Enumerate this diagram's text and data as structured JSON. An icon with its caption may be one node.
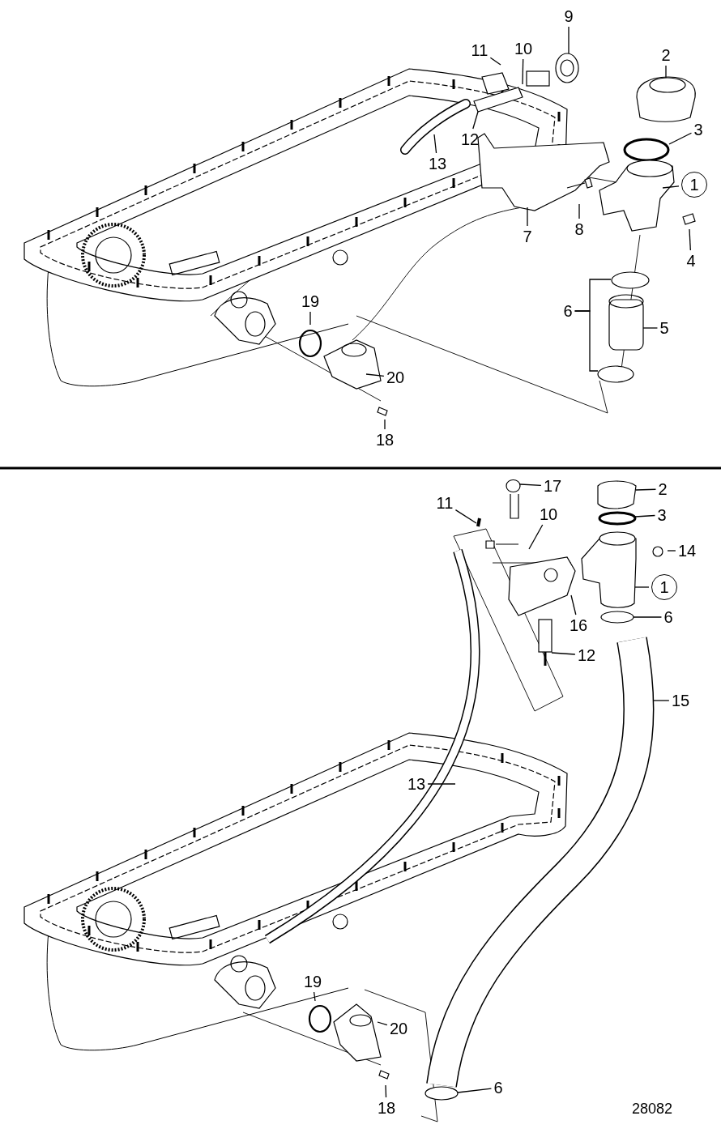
{
  "diagram": {
    "nodes": [
      {
        "text": [
          "9"
        ]
      },
      {
        "text": [
          "2"
        ]
      },
      {
        "text": [
          "11"
        ]
      },
      {
        "text": [
          "10"
        ]
      },
      {
        "text": [
          "3"
        ]
      },
      {
        "text": [
          "12"
        ]
      },
      {
        "text": [
          "1"
        ]
      },
      {
        "text": [
          "13"
        ]
      },
      {
        "text": [
          "8"
        ]
      },
      {
        "text": [
          "4"
        ]
      },
      {
        "text": [
          "7"
        ]
      },
      {
        "text": [
          "19"
        ]
      },
      {
        "text": [
          "6"
        ]
      },
      {
        "text": [
          "5"
        ]
      },
      {
        "text": [
          "20"
        ]
      },
      {
        "text": [
          "18"
        ]
      },
      {
        "text": [
          "17"
        ]
      },
      {
        "text": [
          "2"
        ]
      },
      {
        "text": [
          "11"
        ]
      },
      {
        "text": [
          "10"
        ]
      },
      {
        "text": [
          "3"
        ]
      },
      {
        "text": [
          "14"
        ]
      },
      {
        "text": [
          "1"
        ]
      },
      {
        "text": [
          "16"
        ]
      },
      {
        "text": [
          "6"
        ]
      },
      {
        "text": [
          "12"
        ]
      },
      {
        "text": [
          "15"
        ]
      },
      {
        "text": [
          "13"
        ]
      },
      {
        "text": [
          "19"
        ]
      },
      {
        "text": [
          "20"
        ]
      },
      {
        "text": [
          "18"
        ]
      },
      {
        "text": [
          "6"
        ]
      }
    ],
    "edges": [
      {
        "from": 0,
        "to": null,
        "arrow": "none"
      },
      {
        "from": 1,
        "to": null,
        "arrow": "none"
      },
      {
        "from": 2,
        "to": null,
        "arrow": "none"
      },
      {
        "from": 3,
        "to": null,
        "arrow": "none"
      },
      {
        "from": 4,
        "to": null,
        "arrow": "none"
      },
      {
        "from": 5,
        "to": null,
        "arrow": "none"
      },
      {
        "from": 6,
        "to": null,
        "arrow": "none"
      },
      {
        "from": 7,
        "to": null,
        "arrow": "none"
      },
      {
        "from": 8,
        "to": null,
        "arrow": "none"
      },
      {
        "from": 9,
        "to": null,
        "arrow": "none"
      },
      {
        "from": 10,
        "to": null,
        "arrow": "none"
      },
      {
        "from": 11,
        "to": null,
        "arrow": "none"
      },
      {
        "from": 12,
        "to": null,
        "arrow": "none"
      },
      {
        "from": 12,
        "to": null,
        "arrow": "none"
      },
      {
        "from": 13,
        "to": null,
        "arrow": "none"
      },
      {
        "from": 14,
        "to": null,
        "arrow": "none"
      },
      {
        "from": 15,
        "to": null,
        "arrow": "none"
      },
      {
        "from": 16,
        "to": null,
        "arrow": "none"
      },
      {
        "from": 17,
        "to": null,
        "arrow": "none"
      },
      {
        "from": 18,
        "to": null,
        "arrow": "none"
      },
      {
        "from": 19,
        "to": null,
        "arrow": "none"
      },
      {
        "from": 20,
        "to": null,
        "arrow": "none"
      },
      {
        "from": 21,
        "to": null,
        "arrow": "none"
      },
      {
        "from": 22,
        "to": null,
        "arrow": "none"
      },
      {
        "from": 23,
        "to": null,
        "arrow": "none"
      },
      {
        "from": 24,
        "to": null,
        "arrow": "none"
      },
      {
        "from": 25,
        "to": null,
        "arrow": "none"
      },
      {
        "from": 26,
        "to": null,
        "arrow": "none"
      },
      {
        "from": 27,
        "to": null,
        "arrow": "none"
      },
      {
        "from": 28,
        "to": null,
        "arrow": "none"
      },
      {
        "from": 29,
        "to": null,
        "arrow": "none"
      },
      {
        "from": 30,
        "to": null,
        "arrow": "none"
      },
      {
        "from": 31,
        "to": null,
        "arrow": "none"
      }
    ],
    "labels": [
      "28082"
    ]
  }
}
